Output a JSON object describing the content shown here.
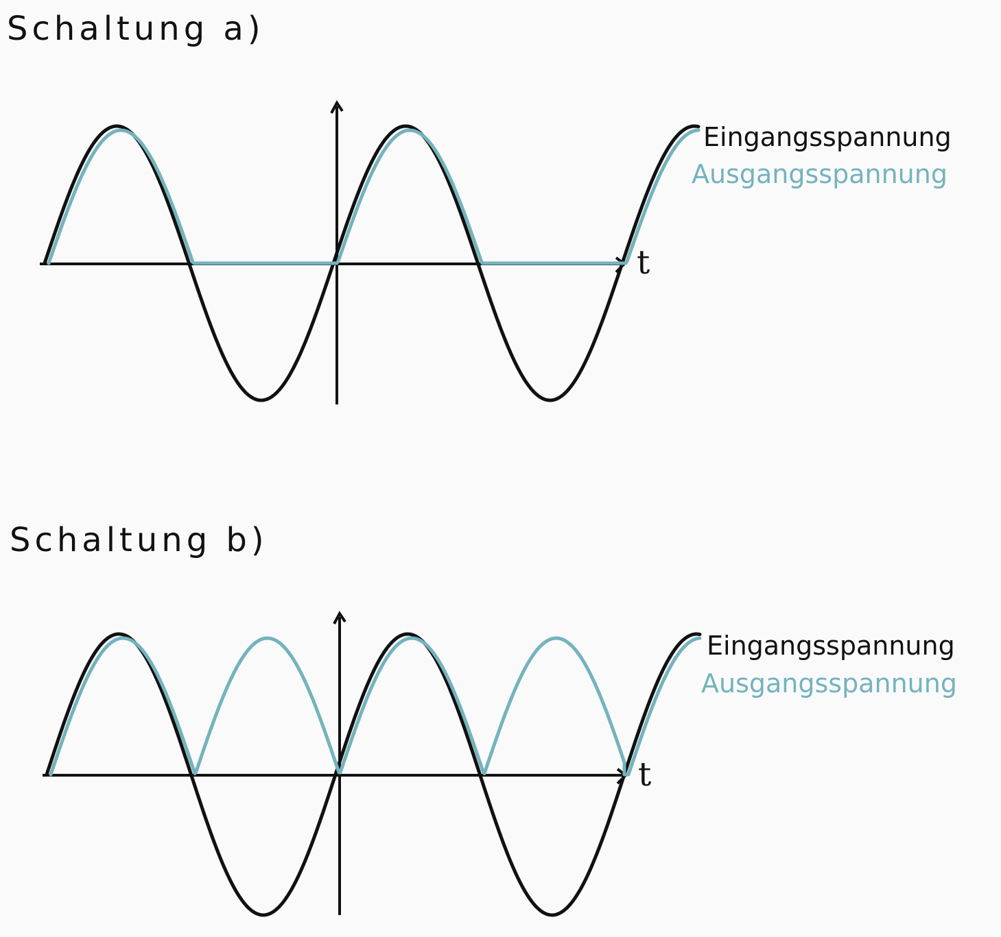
{
  "colors": {
    "input": "#111111",
    "output": "#74b3bd",
    "background": "#fafafb"
  },
  "panels": [
    {
      "id": "a",
      "title": "Schaltung a)",
      "axis_label": "t",
      "input_label": "Eingangsspannung",
      "output_label": "Ausgangsspannung",
      "output_mode": "half-wave"
    },
    {
      "id": "b",
      "title": "Schaltung b)",
      "axis_label": "t",
      "input_label": "Eingangsspannung",
      "output_label": "Ausgangsspannung",
      "output_mode": "full-wave"
    }
  ]
}
